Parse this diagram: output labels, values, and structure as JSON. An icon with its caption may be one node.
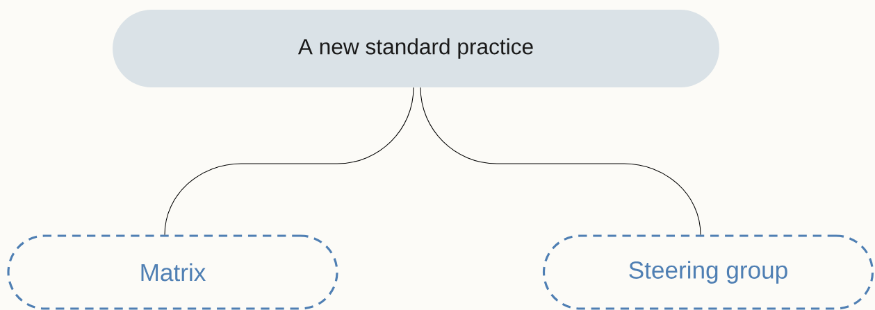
{
  "diagram": {
    "nodes": [
      {
        "text": [
          "A new standard practice"
        ]
      },
      {
        "text": [
          "Matrix"
        ]
      },
      {
        "text": [
          "Steering group"
        ]
      }
    ],
    "edges": [
      {
        "from": 0,
        "to": 1,
        "arrow": "none"
      },
      {
        "from": 0,
        "to": 2,
        "arrow": "none"
      }
    ]
  }
}
